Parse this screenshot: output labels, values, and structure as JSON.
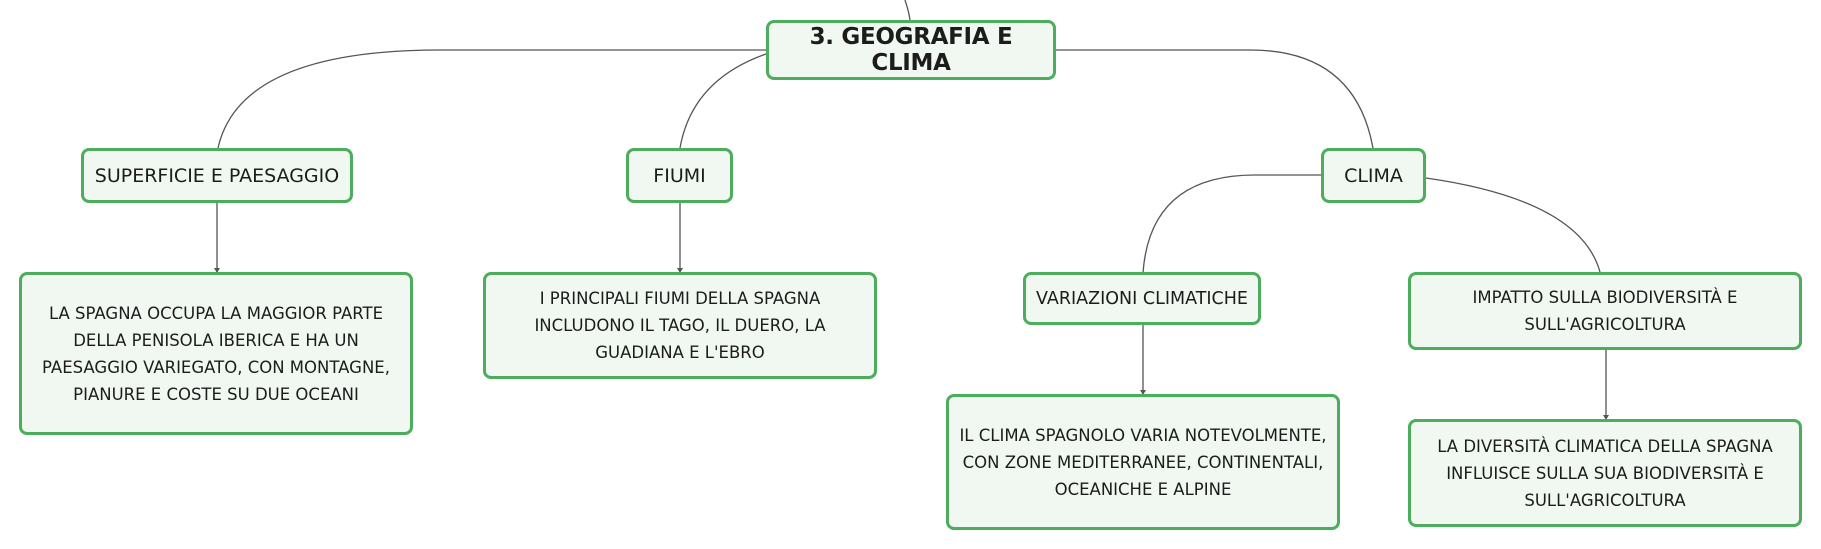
{
  "diagram": {
    "root": {
      "label": "3. GEOGRAFIA E CLIMA"
    },
    "branches": {
      "superficie": {
        "label": "SUPERFICIE E PAESAGGIO",
        "detail": "LA SPAGNA OCCUPA LA MAGGIOR PARTE DELLA PENISOLA IBERICA E HA UN PAESAGGIO VARIEGATO, CON MONTAGNE, PIANURE E COSTE SU DUE OCEANI"
      },
      "fiumi": {
        "label": "FIUMI",
        "detail": "I PRINCIPALI FIUMI DELLA SPAGNA INCLUDONO IL TAGO, IL DUERO, LA GUADIANA E L'EBRO"
      },
      "clima": {
        "label": "CLIMA",
        "variazioni": {
          "label": "VARIAZIONI CLIMATICHE",
          "detail": "IL CLIMA SPAGNOLO VARIA NOTEVOLMENTE, CON ZONE MEDITERRANEE, CONTINENTALI, OCEANICHE E ALPINE"
        },
        "impatto": {
          "label": "IMPATTO SULLA BIODIVERSITÀ E SULL'AGRICOLTURA",
          "detail": "LA DIVERSITÀ CLIMATICA DELLA SPAGNA INFLUISCE SULLA SUA BIODIVERSITÀ E SULL'AGRICOLTURA"
        }
      }
    },
    "colors": {
      "node_border": "#4cae5c",
      "node_fill": "#f1f8f1",
      "connector": "#555555",
      "text": "#1c1c1c"
    }
  }
}
